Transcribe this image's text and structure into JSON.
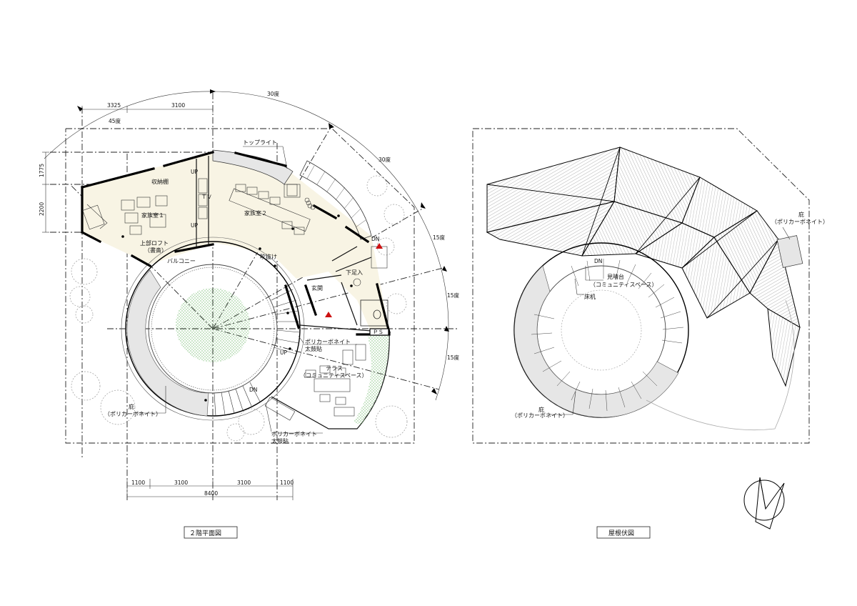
{
  "floor_plan": {
    "title": "２階平面図",
    "dims_top": [
      "3325",
      "3100"
    ],
    "dims_left": [
      "1775",
      "2200"
    ],
    "dims_bottom": [
      "1100",
      "3100",
      "3100",
      "1100"
    ],
    "dim_total": "8400",
    "angles": [
      "30度",
      "45度",
      "30度",
      "15度",
      "15度",
      "15度"
    ],
    "rooms": {
      "family1": "家族室１",
      "family2": "家族室２",
      "storage": "収納棚",
      "tv": "ＴＶ",
      "loft": "上部ロフト",
      "loft_sub": "（書斎）",
      "balcony": "バルコニー",
      "void": "吹抜け",
      "entrance": "玄関",
      "shoe": "下足入",
      "terrace": "テラス",
      "terrace_sub": "（コミュニティスペース）"
    },
    "callouts": {
      "toplight": "トップライト",
      "eaves": "庇",
      "eaves_sub": "（ポリカーボネイト）",
      "poly1": "ポリカーボネイト",
      "poly1_sub": "太鼓貼",
      "poly2": "ポリカーボネイト",
      "poly2_sub": "太鼓貼"
    },
    "marks": {
      "up": "UP",
      "dn": "DN",
      "ps": "ＰＳ"
    }
  },
  "roof_plan": {
    "title": "屋根伏図",
    "callouts": {
      "eaves_right": "庇",
      "eaves_right_sub": "（ポリカーボネイト）",
      "lookout": "見晴台",
      "lookout_sub": "（コミュニティスペース）",
      "desk": "床机",
      "eaves_bottom": "庇",
      "eaves_bottom_sub": "（ポリカーボネイト）"
    },
    "marks": {
      "dn": "DN"
    }
  },
  "colors": {
    "floor_fill": "#f8f4e4",
    "garden_fill": "#d6ead2",
    "deck_fill": "#e6e6e6",
    "arrow_red": "#cc1111"
  },
  "icons": {
    "north": "north-arrow-icon",
    "up_marker": "triangle-marker-icon"
  }
}
